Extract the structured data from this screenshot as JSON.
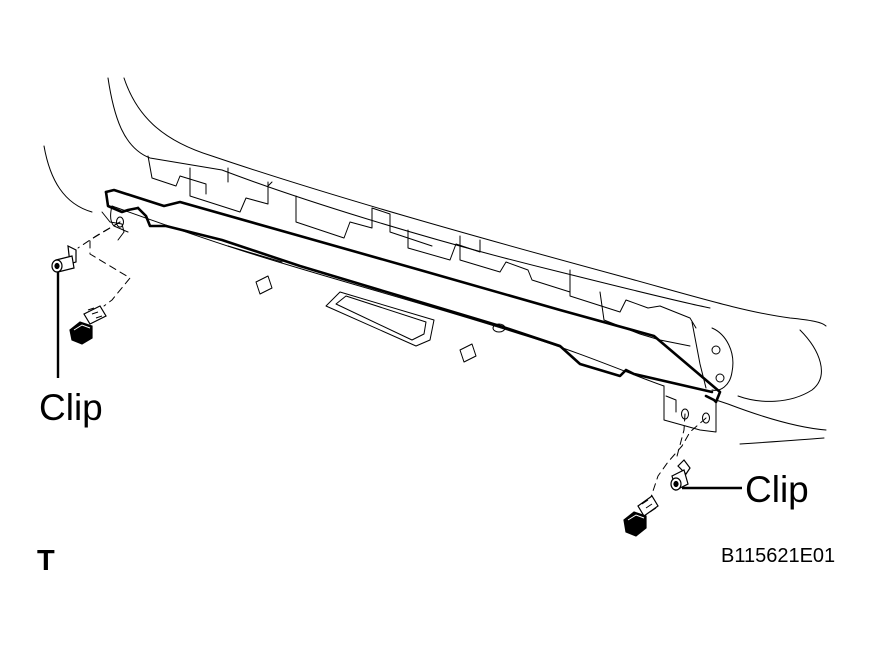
{
  "labels": {
    "clip_left": "Clip",
    "clip_right": "Clip",
    "view_letter": "T",
    "figure_code": "B115621E01"
  },
  "icons": {
    "left_clip": "push-clip-icon",
    "right_clip": "push-clip-icon",
    "left_bolt": "hex-bolt-icon",
    "right_bolt": "hex-bolt-icon"
  },
  "colors": {
    "line": "#000000",
    "background": "#ffffff"
  }
}
